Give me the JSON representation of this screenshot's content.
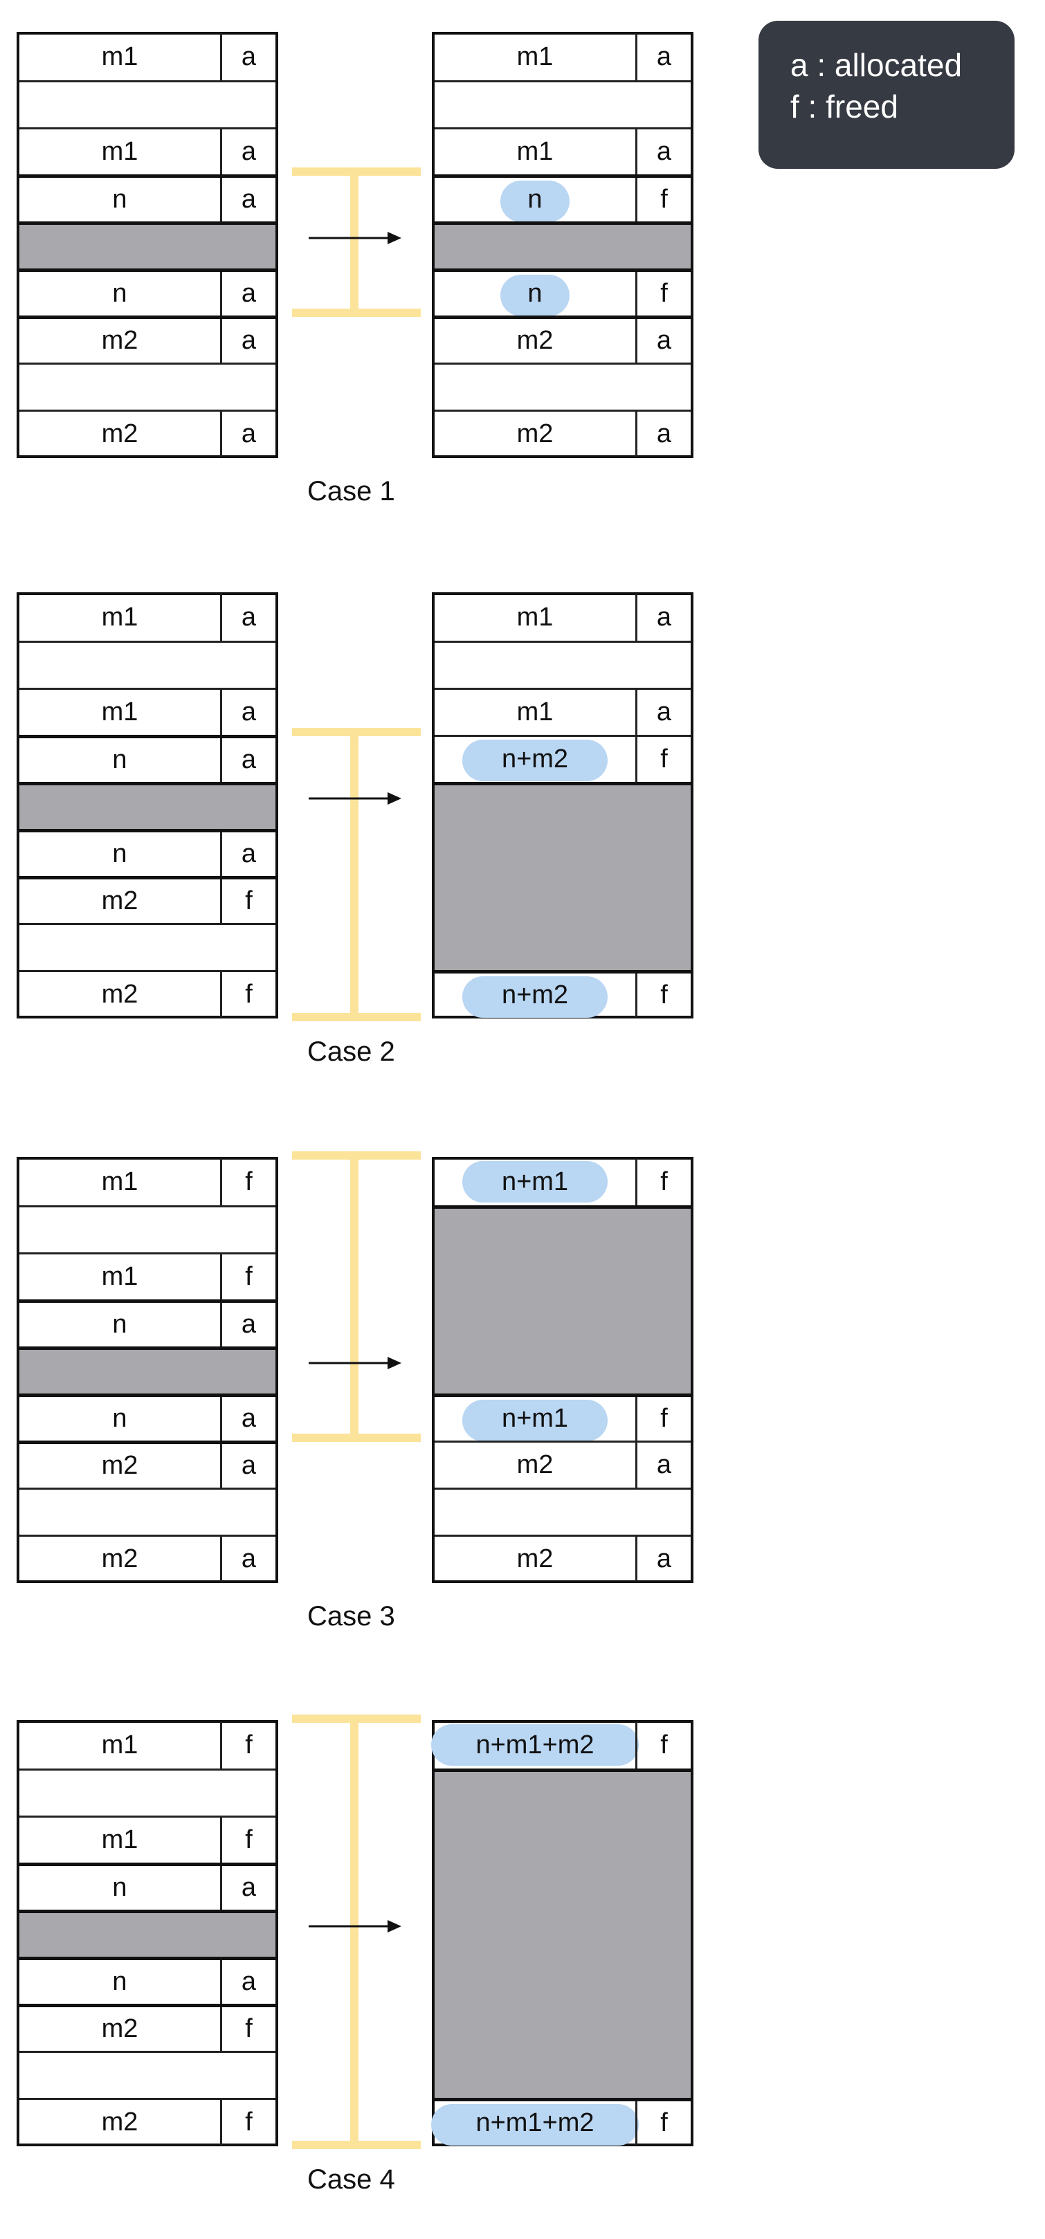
{
  "legend": {
    "allocated": "a : allocated",
    "freed": "f : freed"
  },
  "cases": [
    {
      "caption": "Case 1",
      "before": [
        [
          "m1",
          "a"
        ],
        [
          "",
          ""
        ],
        [
          "m1",
          "a"
        ],
        [
          "n",
          "a"
        ],
        [
          "gray",
          ""
        ],
        [
          "n",
          "a"
        ],
        [
          "m2",
          "a"
        ],
        [
          "",
          ""
        ],
        [
          "m2",
          "a"
        ]
      ],
      "after": [
        [
          "m1",
          "a"
        ],
        [
          "",
          ""
        ],
        [
          "m1",
          "a"
        ],
        [
          "n",
          "f"
        ],
        [
          "gray",
          ""
        ],
        [
          "n",
          "f"
        ],
        [
          "m2",
          "a"
        ],
        [
          "",
          ""
        ],
        [
          "m2",
          "a"
        ]
      ]
    },
    {
      "caption": "Case 2",
      "before": [
        [
          "m1",
          "a"
        ],
        [
          "",
          ""
        ],
        [
          "m1",
          "a"
        ],
        [
          "n",
          "a"
        ],
        [
          "gray",
          ""
        ],
        [
          "n",
          "a"
        ],
        [
          "m2",
          "f"
        ],
        [
          "",
          ""
        ],
        [
          "m2",
          "f"
        ]
      ],
      "after": [
        [
          "m1",
          "a"
        ],
        [
          "",
          ""
        ],
        [
          "m1",
          "a"
        ],
        [
          "n+m2",
          "f"
        ],
        [
          "gray",
          ""
        ],
        [
          "gray",
          ""
        ],
        [
          "gray",
          ""
        ],
        [
          "gray",
          ""
        ],
        [
          "n+m2",
          "f"
        ]
      ]
    },
    {
      "caption": "Case 3",
      "before": [
        [
          "m1",
          "f"
        ],
        [
          "",
          ""
        ],
        [
          "m1",
          "f"
        ],
        [
          "n",
          "a"
        ],
        [
          "gray",
          ""
        ],
        [
          "n",
          "a"
        ],
        [
          "m2",
          "a"
        ],
        [
          "",
          ""
        ],
        [
          "m2",
          "a"
        ]
      ],
      "after": [
        [
          "n+m1",
          "f"
        ],
        [
          "gray",
          ""
        ],
        [
          "gray",
          ""
        ],
        [
          "gray",
          ""
        ],
        [
          "gray",
          ""
        ],
        [
          "n+m1",
          "f"
        ],
        [
          "m2",
          "a"
        ],
        [
          "",
          ""
        ],
        [
          "m2",
          "a"
        ]
      ]
    },
    {
      "caption": "Case 4",
      "before": [
        [
          "m1",
          "f"
        ],
        [
          "",
          ""
        ],
        [
          "m1",
          "f"
        ],
        [
          "n",
          "a"
        ],
        [
          "gray",
          ""
        ],
        [
          "n",
          "a"
        ],
        [
          "m2",
          "f"
        ],
        [
          "",
          ""
        ],
        [
          "m2",
          "f"
        ]
      ],
      "after": [
        [
          "n+m1+m2",
          "f"
        ],
        [
          "gray",
          ""
        ],
        [
          "gray",
          ""
        ],
        [
          "gray",
          ""
        ],
        [
          "gray",
          ""
        ],
        [
          "gray",
          ""
        ],
        [
          "gray",
          ""
        ],
        [
          "gray",
          ""
        ],
        [
          "n+m1+m2",
          "f"
        ]
      ]
    }
  ],
  "colors": {
    "gray": "#a9a8ad",
    "highlight": "#b9d6f3",
    "bracket": "#fbe39a",
    "arrow": "#111111",
    "legend_bg": "#363a42"
  }
}
